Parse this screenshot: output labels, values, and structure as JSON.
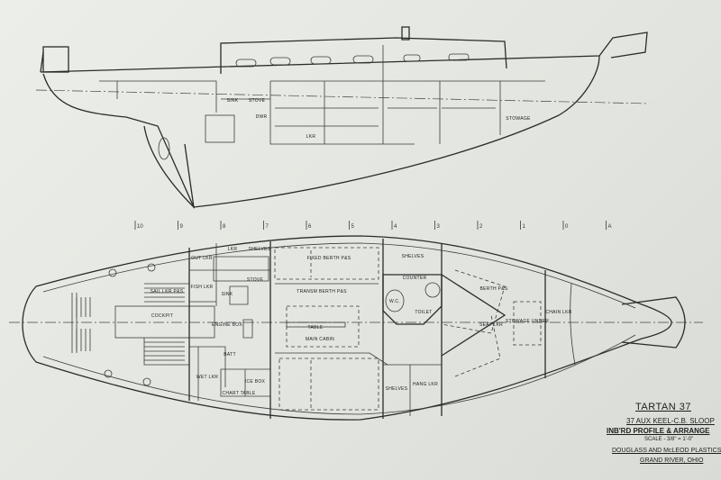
{
  "title_block": {
    "title": "TARTAN 37",
    "subtitle": "37 AUX KEEL-C.B. SLOOP",
    "drawing": "INB'RD PROFILE & ARRANGE",
    "scale": "SCALE - 3/8\" = 1'-0\"",
    "company": "DOUGLASS AND McLEOD PLASTICS",
    "location": "GRAND RIVER, OHIO"
  },
  "stations": [
    "10",
    "9",
    "8",
    "7",
    "6",
    "5",
    "4",
    "3",
    "2",
    "1",
    "0",
    "A"
  ],
  "plan_labels": {
    "out_lkr": "OUT LKR",
    "fish_lkr": "FISH LKR",
    "sail_lkr": "SAIL LKR P&S",
    "cockpit": "COCKPIT",
    "lkr": "LKR",
    "shelves_top": "SHELVES",
    "stove": "STOVE",
    "sink": "SINK",
    "engine_box": "ENGINE BOX",
    "batt": "BATT",
    "wet_lkr": "WET LKR",
    "ice_box": "ICE BOX",
    "chart_table": "CHART TABLE",
    "fixed_berth": "FIXED BERTH P&S",
    "transom_berth": "TRANSM BERTH P&S",
    "table": "TABLE",
    "main_cabin": "MAIN CABIN",
    "shelves_fwd": "SHELVES",
    "counter": "COUNTER",
    "wc": "W.C.",
    "toilet": "TOILET",
    "shelves_low": "SHELVES",
    "hang_lkr": "HANG LKR",
    "berth_pa": "BERTH P&S",
    "seat_lkr": "SEAT LKR",
    "stowage_under": "STOWAGE UNDER",
    "chain_lkr": "CHAIN LKR"
  },
  "profile_labels": {
    "sink": "SINK",
    "stove": "STOVE",
    "dwr": "DWR",
    "lkr": "LKR",
    "stowage": "STOWAGE"
  }
}
